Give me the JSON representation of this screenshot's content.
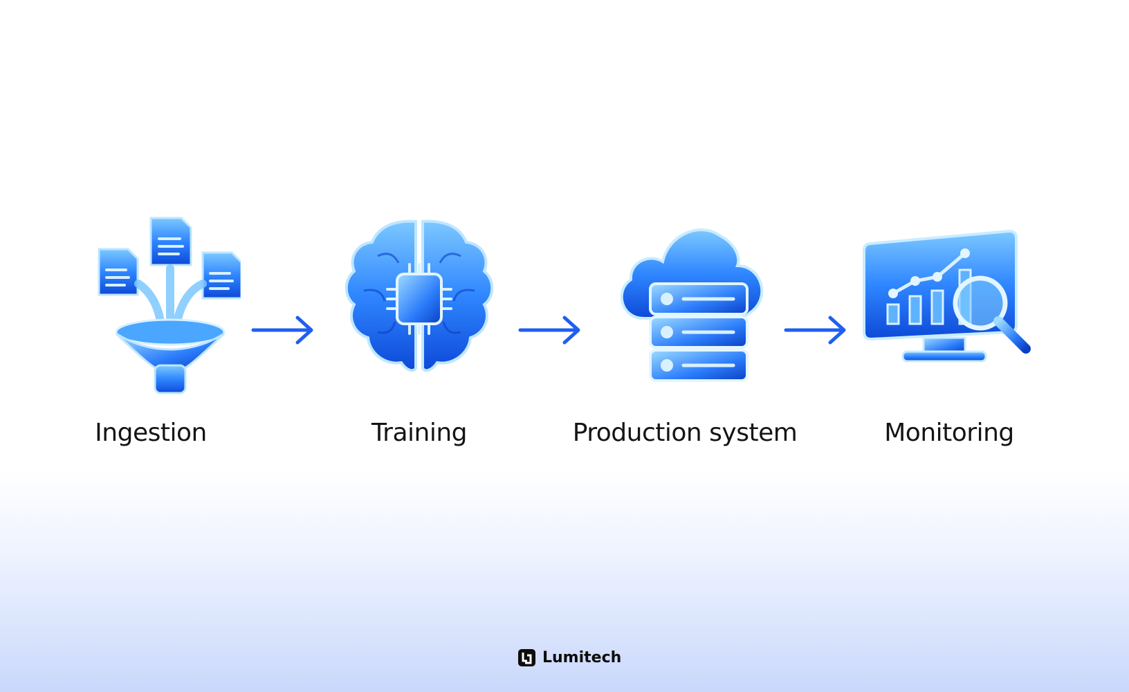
{
  "steps": [
    {
      "label": "Ingestion",
      "icon": "funnel-documents-icon"
    },
    {
      "label": "Training",
      "icon": "brain-chip-icon"
    },
    {
      "label": "Production system",
      "icon": "cloud-server-icon"
    },
    {
      "label": "Monitoring",
      "icon": "monitor-analytics-icon"
    }
  ],
  "brand": {
    "name": "Lumitech",
    "icon": "lumitech-logo-icon"
  },
  "colors": {
    "accent": "#1f5ff0",
    "icon_blue": "#1a6df5",
    "icon_light": "#8fd0ff",
    "text": "#141414"
  }
}
